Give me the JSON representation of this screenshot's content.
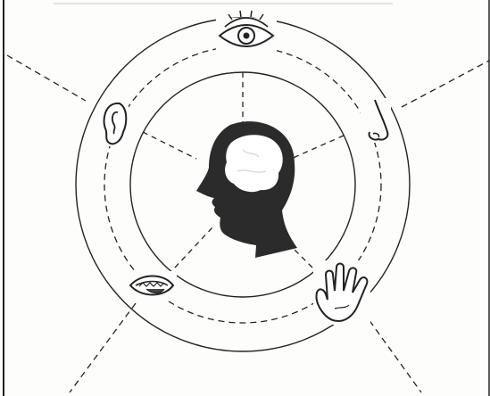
{
  "diagram": {
    "center": {
      "icon": "human-head-brain-icon"
    },
    "senses": [
      {
        "name": "sight",
        "icon": "eye-icon"
      },
      {
        "name": "smell",
        "icon": "nose-icon"
      },
      {
        "name": "touch",
        "icon": "hand-icon"
      },
      {
        "name": "taste",
        "icon": "mouth-icon"
      },
      {
        "name": "hearing",
        "icon": "ear-icon"
      }
    ]
  },
  "colors": {
    "background": "#fdfdfb",
    "ink": "#222222",
    "head": "#2b2b2b",
    "brain": "#ffffff"
  }
}
